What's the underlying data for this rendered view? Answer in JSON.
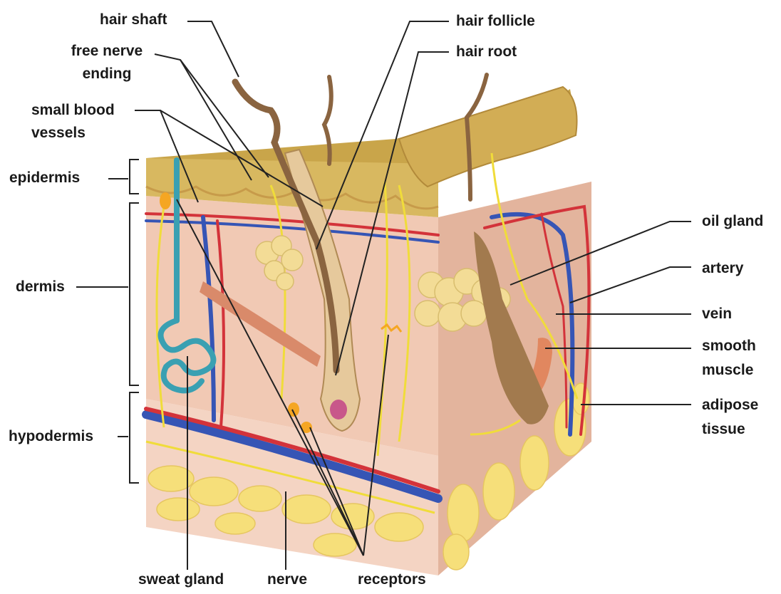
{
  "labels": {
    "hair_shaft": "hair shaft",
    "free_nerve_ending_1": "free nerve",
    "free_nerve_ending_2": "ending",
    "small_blood_vessels_1": "small blood",
    "small_blood_vessels_2": "vessels",
    "epidermis": "epidermis",
    "dermis": "dermis",
    "hypodermis": "hypodermis",
    "hair_follicle": "hair follicle",
    "hair_root": "hair root",
    "oil_gland": "oil gland",
    "artery": "artery",
    "vein": "vein",
    "smooth_muscle_1": "smooth",
    "smooth_muscle_2": "muscle",
    "adipose_tissue_1": "adipose",
    "adipose_tissue_2": "tissue",
    "sweat_gland": "sweat gland",
    "nerve": "nerve",
    "receptors": "receptors"
  },
  "colors": {
    "epidermis_top": "#c9a54a",
    "epidermis_front": "#d8b860",
    "dermis": "#f1c9b4",
    "dermis_side": "#e3b49d",
    "hypodermis": "#f4d4c3",
    "adipose": "#f6df7a",
    "artery": "#d3333a",
    "vein": "#3655b5",
    "nerve": "#f0dc3a",
    "sweat_gland": "#3aa0b2",
    "hair": "#8a6440",
    "oil_gland": "#f3dc96",
    "muscle": "#d98a6a",
    "leader_line": "#222222"
  }
}
